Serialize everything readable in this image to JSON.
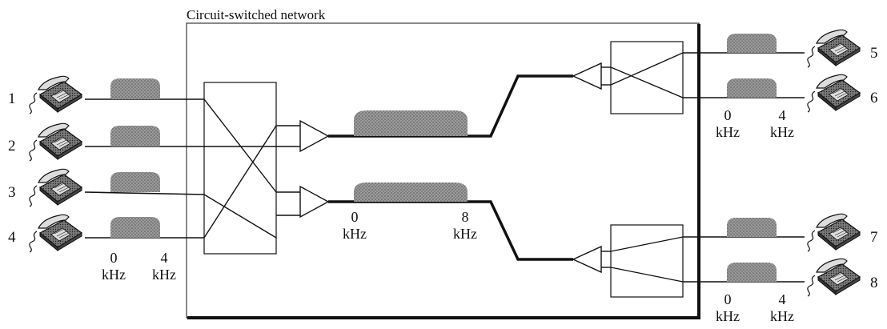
{
  "title": "Circuit-switched network",
  "phones": [
    {
      "id": "1",
      "label": "1"
    },
    {
      "id": "2",
      "label": "2"
    },
    {
      "id": "3",
      "label": "3"
    },
    {
      "id": "4",
      "label": "4"
    },
    {
      "id": "5",
      "label": "5"
    },
    {
      "id": "6",
      "label": "6"
    },
    {
      "id": "7",
      "label": "7"
    },
    {
      "id": "8",
      "label": "8"
    }
  ],
  "bands": {
    "left_low": {
      "value": "0",
      "unit": "kHz"
    },
    "left_high": {
      "value": "4",
      "unit": "kHz"
    },
    "mux_low": {
      "value": "0",
      "unit": "kHz"
    },
    "mux_high": {
      "value": "8",
      "unit": "kHz"
    },
    "right_top_low": {
      "value": "0",
      "unit": "kHz"
    },
    "right_top_high": {
      "value": "4",
      "unit": "kHz"
    },
    "right_bottom_low": {
      "value": "0",
      "unit": "kHz"
    },
    "right_bottom_high": {
      "value": "4",
      "unit": "kHz"
    }
  },
  "colors": {
    "line": "#111111",
    "spectrum_fill": "#8c8c8c",
    "phone_fill": "#555555"
  }
}
